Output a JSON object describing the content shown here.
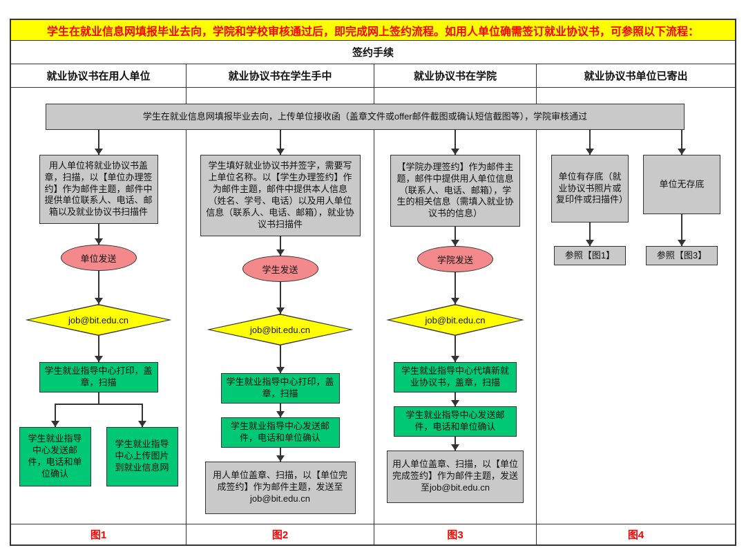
{
  "banner": "学生在就业信息网填报毕业去向，学院和学校审核通过后，即完成网上签约流程。如用人单位确需签订就业协议书，可参照以下流程：",
  "title": "签约手续",
  "headers": [
    "就业协议书在用人单位",
    "就业协议书在学生手中",
    "就业协议书在学院",
    "就业协议书单位已寄出"
  ],
  "top_box": "学生在就业信息网填报毕业去向，上传单位接收函（盖章文件或offer邮件截图或确认短信截图等），学院审核通过",
  "flows": {
    "col1": {
      "box1": "用人单位将就业协议书盖章，扫描，以【单位办理签约】作为邮件主题，邮件中提供单位联系人、电话、邮箱以及就业协议书扫描件",
      "ellipse": "单位发送",
      "diamond": "job@bit.edu.cn",
      "green1": "学生就业指导中心打印，盖章，扫描",
      "branch_left": "学生就业指导中心发送邮件，电话和单位确认",
      "branch_right": "学生就业指导中心上传图片到就业信息网",
      "label": "图1"
    },
    "col2": {
      "box1": "学生填好就业协议书并签字，需要写上单位名称。以【学生办理签约】作为邮件主题，邮件中提供本人信息（姓名、学号、电话）以及用人单位信息（联系人、电话、邮箱），就业协议书扫描件",
      "ellipse": "学生发送",
      "diamond": "job@bit.edu.cn",
      "green1": "学生就业指导中心打印，盖章，扫描",
      "green2": "学生就业指导中心发送邮件，电话和单位确认",
      "box2": "用人单位盖章、扫描，以【单位完成签约】作为邮件主题，发送至job@bit.edu.cn",
      "label": "图2"
    },
    "col3": {
      "box1": "【学院办理签约】作为邮件主题，邮件中提供用人单位信息（联系人、电话、邮箱），学生的相关信息（需填入就业协议书的信息）",
      "ellipse": "学院发送",
      "diamond": "job@bit.edu.cn",
      "green1": "学生就业指导中心代填新就业协议书，盖章，扫描",
      "green2": "学生就业指导中心发送邮件，电话和单位确认",
      "box2": "用人单位盖章、扫描，以【单位完成签约】作为邮件主题，发送至job@bit.edu.cn",
      "label": "图3"
    },
    "col4": {
      "box_left": "单位有存底（就业协议书照片或复印件或扫描件）",
      "box_right": "单位无存底",
      "ref_left": "参照【图1】",
      "ref_right": "参照【图3】",
      "label": "图4"
    }
  },
  "colors": {
    "banner-bg": "#FFFF00",
    "banner-text": "#FF0000",
    "box-gray": "#C9C9C9",
    "node-green": "#00C875",
    "node-pink": "#F4898B",
    "diamond-yellow": "#FFFF00",
    "label-red": "#FF0000",
    "line": "#333333"
  }
}
